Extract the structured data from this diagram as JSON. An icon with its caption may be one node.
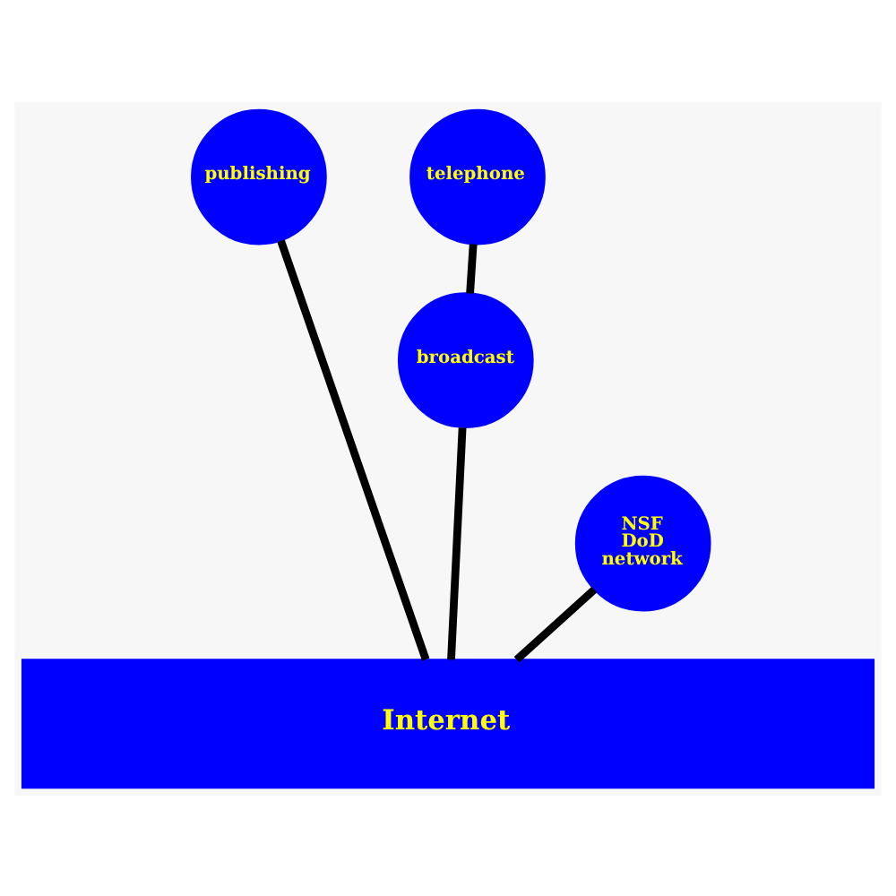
{
  "diagram": {
    "nodes": [
      {
        "text": [
          "publishing"
        ]
      },
      {
        "text": [
          "telephone"
        ]
      },
      {
        "text": [
          "broadcast"
        ]
      },
      {
        "text": [
          "NSF DoD network"
        ]
      },
      {
        "text": [
          "Internet"
        ]
      }
    ],
    "edges": [
      {
        "from": 0,
        "to": 4,
        "arrow": "none"
      },
      {
        "from": 1,
        "to": 2,
        "arrow": "none"
      },
      {
        "from": 2,
        "to": 4,
        "arrow": "none"
      },
      {
        "from": 3,
        "to": 4,
        "arrow": "none"
      }
    ]
  }
}
